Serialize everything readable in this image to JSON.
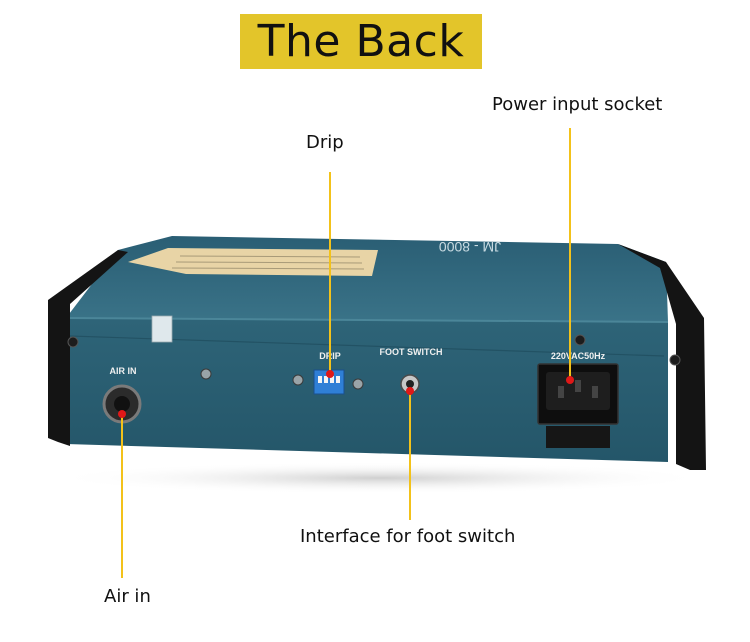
{
  "header": {
    "title": "The Back"
  },
  "device": {
    "model_text": "JM - 8000",
    "panel_labels": {
      "air_in": "AIR IN",
      "drip": "DRIP",
      "foot_switch": "FOOT SWITCH",
      "power": "220VAC50Hz"
    }
  },
  "callouts": {
    "power": "Power input socket",
    "drip": "Drip",
    "foot_switch": "Interface for foot switch",
    "air_in": "Air in"
  },
  "colors": {
    "title_bg": "#e3c52a",
    "panel": "#285a6e",
    "leader_line": "#f3c21a",
    "marker": "#e01818"
  }
}
